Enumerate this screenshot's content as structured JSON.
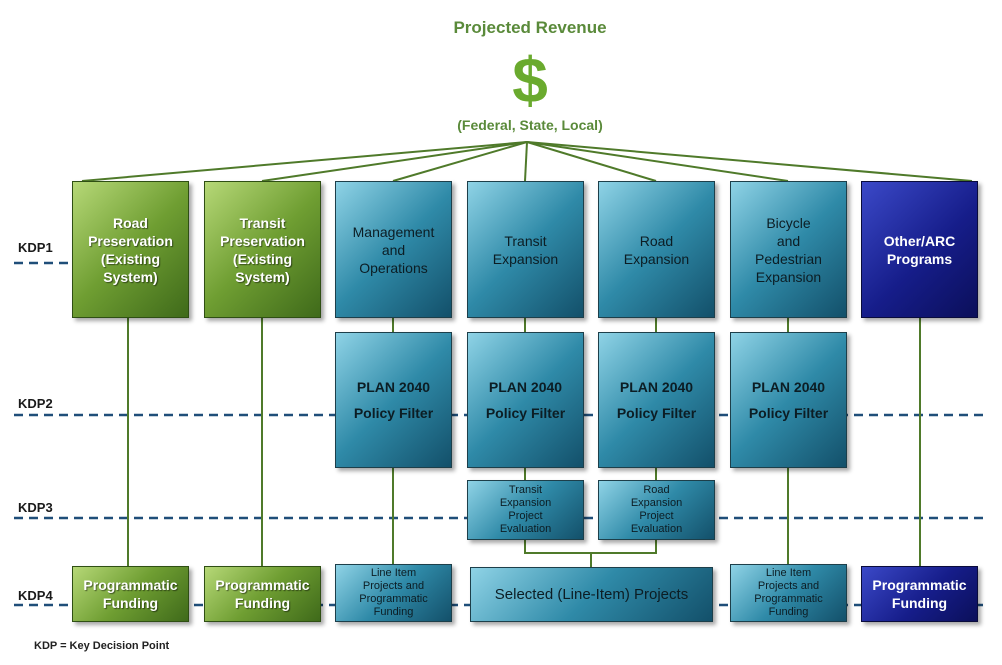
{
  "title": "Projected Revenue",
  "dollar_symbol": "$",
  "sources": "(Federal, State, Local)",
  "kdp_labels": [
    "KDP1",
    "KDP2",
    "KDP3",
    "KDP4"
  ],
  "footnote": "KDP = Key Decision Point",
  "colors": {
    "preservation": "#6f9e32",
    "expansion": "#2f8aa8",
    "other_programs": "#161d8a",
    "connector": "#4f7a2a",
    "kdp_line": "#1f4e79",
    "revenue_text": "#5a8a3a"
  },
  "programs": {
    "road_preservation": "Road\nPreservation\n(Existing\nSystem)",
    "transit_preservation": "Transit\nPreservation\n(Existing\nSystem)",
    "management_operations": "Management\nand\nOperations",
    "transit_expansion": "Transit\nExpansion",
    "road_expansion": "Road\nExpansion",
    "bicycle_pedestrian": "Bicycle\nand\nPedestrian\nExpansion",
    "other_arc": "Other/ARC\nPrograms"
  },
  "policy_filter": "PLAN 2040\nPolicy Filter",
  "evaluations": {
    "transit": "Transit\nExpansion\nProject\nEvaluation",
    "road": "Road\nExpansion\nProject\nEvaluation"
  },
  "funding": {
    "programmatic": "Programmatic\nFunding",
    "line_item": "Line Item\nProjects and\nProgrammatic\nFunding",
    "selected_projects": "Selected (Line-Item) Projects"
  }
}
